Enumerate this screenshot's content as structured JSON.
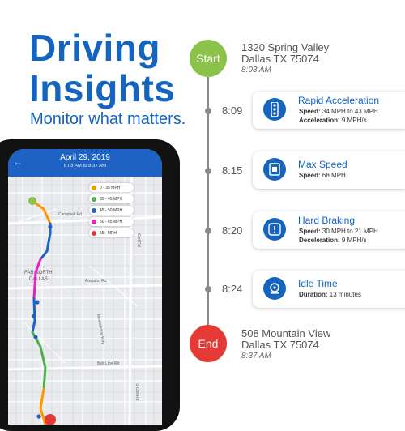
{
  "headline": {
    "line1": "Driving",
    "line2": "Insights",
    "tagline": "Monitor what matters."
  },
  "phone": {
    "date": "April 29, 2019",
    "subtitle": "8:03 AM to 8:37 AM",
    "back_icon": "back-arrow-icon",
    "legend": [
      {
        "label": "0 - 35 MPH",
        "color": "#ff9800"
      },
      {
        "label": "35 - 45 MPH",
        "color": "#4caf50"
      },
      {
        "label": "45 - 50 MPH",
        "color": "#1e63c4"
      },
      {
        "label": "50 - 65 MPH",
        "color": "#e91ec4"
      },
      {
        "label": "65+ MPH",
        "color": "#e53935"
      }
    ],
    "map_labels": {
      "campbell": "Campbell Rd",
      "arapaho": "Arapaho Rd",
      "far_north": "FAR NORTH",
      "dallas": "DALLAS",
      "beltline": "Belt Line Rd",
      "coit": "Coit Rd",
      "scoit": "S Coit Rd",
      "meandering": "Meandering Way"
    }
  },
  "timeline": {
    "start": {
      "label": "Start",
      "address1": "1320 Spring Valley",
      "address2": "Dallas TX 75074",
      "time": "8:03 AM",
      "color": "#8bc34a"
    },
    "end": {
      "label": "End",
      "address1": "508 Mountain View",
      "address2": "Dallas TX 75074",
      "time": "8:37 AM",
      "color": "#e53935"
    },
    "events": [
      {
        "time": "8:09",
        "title": "Rapid Acceleration",
        "icon": "traffic-light-icon",
        "line1_label": "Speed:",
        "line1_value": "34 MPH to 43 MPH",
        "line2_label": "Acceleration:",
        "line2_value": "9 MPH/s"
      },
      {
        "time": "8:15",
        "title": "Max Speed",
        "icon": "speed-sign-icon",
        "line1_label": "Speed:",
        "line1_value": "68 MPH"
      },
      {
        "time": "8:20",
        "title": "Hard Braking",
        "icon": "warning-sign-icon",
        "line1_label": "Speed:",
        "line1_value": "30 MPH to 21 MPH",
        "line2_label": "Deceleration:",
        "line2_value": "9 MPH/s"
      },
      {
        "time": "8:24",
        "title": "Idle Time",
        "icon": "idle-engine-icon",
        "line1_label": "Duration:",
        "line1_value": "13 minutes"
      }
    ]
  }
}
